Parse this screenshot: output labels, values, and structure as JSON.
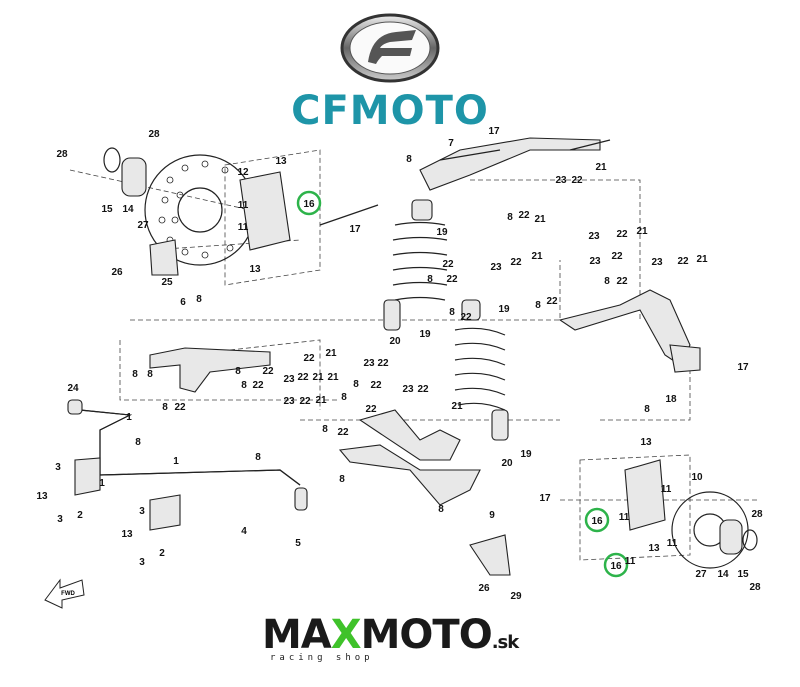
{
  "brand": {
    "name": "CFMOTO",
    "logo_icon": "cfmoto-emblem"
  },
  "shop": {
    "name_part1": "MA",
    "name_x": "X",
    "name_part2": "MOTO",
    "tld": ".sk",
    "tagline": "racing shop",
    "accent": "#3fc22a"
  },
  "colors": {
    "cfmoto_teal": "#1e95a8",
    "highlight": "#2db34a"
  },
  "fwd_label": "FWD",
  "callouts": [
    "28",
    "28",
    "15",
    "14",
    "27",
    "12",
    "13",
    "16",
    "11",
    "11",
    "13",
    "26",
    "25",
    "17",
    "7",
    "17",
    "8",
    "23",
    "22",
    "21",
    "19",
    "8",
    "22",
    "21",
    "23",
    "22",
    "21",
    "22",
    "8",
    "22",
    "19",
    "8",
    "22",
    "6",
    "8",
    "20",
    "19",
    "22",
    "21",
    "23",
    "22",
    "21",
    "23",
    "22",
    "21",
    "23",
    "22",
    "21",
    "22",
    "8",
    "22",
    "23",
    "8",
    "22",
    "17",
    "18",
    "8",
    "24",
    "8",
    "8",
    "8",
    "22",
    "8",
    "22",
    "8",
    "1",
    "1",
    "1",
    "3",
    "13",
    "2",
    "3",
    "8",
    "4",
    "5",
    "3",
    "13",
    "2",
    "3",
    "23",
    "22",
    "8",
    "22",
    "23",
    "22",
    "21",
    "8",
    "22",
    "20",
    "19",
    "8",
    "8",
    "9",
    "17",
    "26",
    "29",
    "13",
    "10",
    "11",
    "11",
    "16",
    "13",
    "11",
    "11",
    "16",
    "27",
    "14",
    "15",
    "28",
    "28",
    "8",
    "22",
    "21",
    "23",
    "22",
    "21",
    "8",
    "22"
  ],
  "highlighted_part": "16"
}
